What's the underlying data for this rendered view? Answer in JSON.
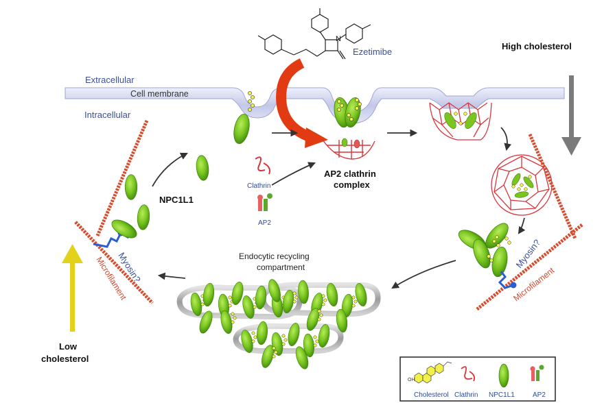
{
  "labels": {
    "ezetimibe": "Ezetimibe",
    "high_cholesterol": "High cholesterol",
    "low_cholesterol": "Low cholesterol",
    "extracellular": "Extracellular",
    "cell_membrane": "Cell membrane",
    "intracellular": "Intracellular",
    "ap2_clathrin_complex": "AP2 clathrin complex",
    "clathrin": "Clathrin",
    "ap2": "AP2",
    "npc1l1": "NPC1L1",
    "endocytic_recycling_compartment": "Endocytic recycling compartment",
    "myosin_left": "Myosin?",
    "myosin_right": "Myosin?",
    "microfilament_left": "Microfilament",
    "microfilament_right": "Microfilament"
  },
  "legend": {
    "items": [
      {
        "label": "Cholesterol",
        "icon": "cholesterol-icon"
      },
      {
        "label": "Clathrin",
        "icon": "clathrin-icon"
      },
      {
        "label": "NPC1L1",
        "icon": "npc1l1-icon"
      },
      {
        "label": "AP2",
        "icon": "ap2-icon"
      }
    ],
    "cholesterol_oh": "OH"
  },
  "colors": {
    "npc1l1_green": "#7cc520",
    "clathrin_red": "#d9333a",
    "membrane_blue": "#c9cdea",
    "ezetimibe_arrow": "#e23a12",
    "cholesterol_yellow": "#f4f04a",
    "microfilament": "#d64c2c",
    "myosin": "#2a5fd0",
    "low_arrow": "#e3d21b",
    "high_arrow": "#7a7a7a"
  }
}
